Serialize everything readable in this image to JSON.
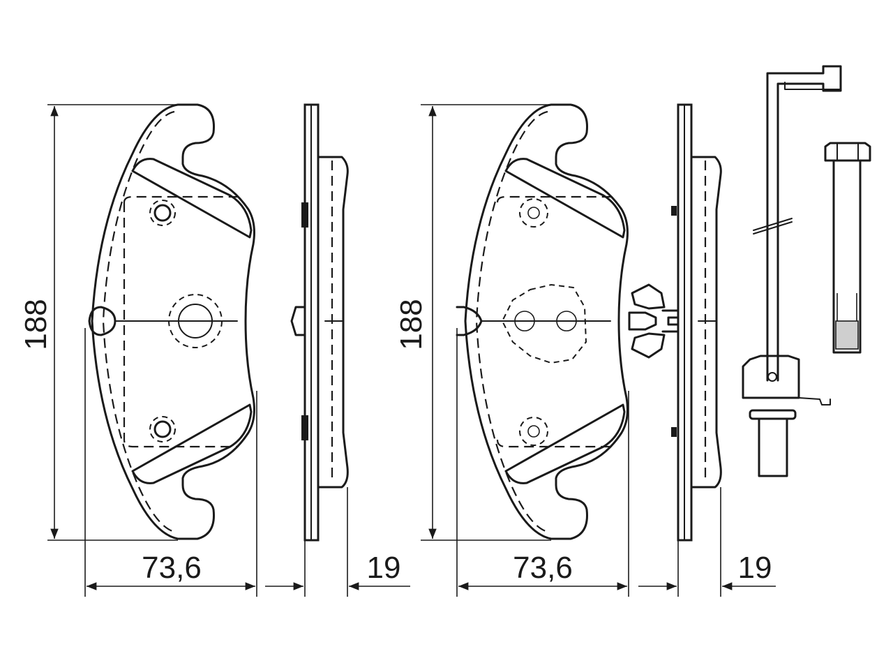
{
  "dimensions": {
    "left_pad": {
      "height": "188",
      "width": "73,6",
      "thickness": "19"
    },
    "right_pad": {
      "height": "188",
      "width": "73,6",
      "thickness": "19"
    }
  },
  "colors": {
    "line": "#1a1a1a",
    "background": "#ffffff"
  }
}
